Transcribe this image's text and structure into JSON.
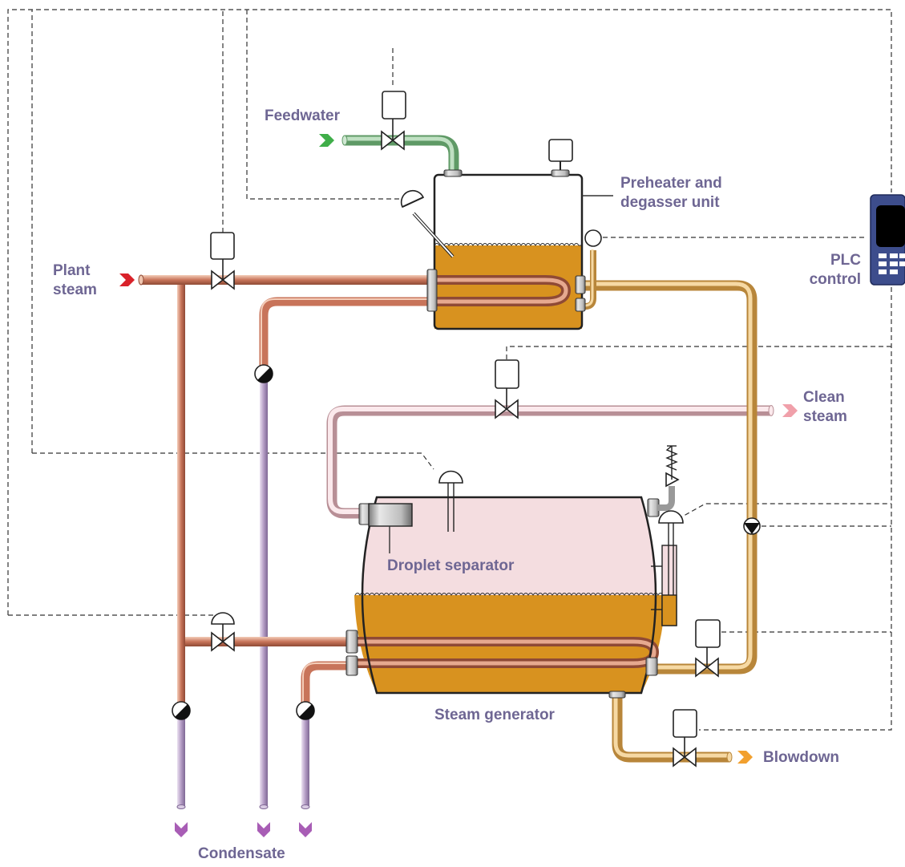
{
  "labels": {
    "feedwater": "Feedwater",
    "preheater_line1": "Preheater and",
    "preheater_line2": "degasser unit",
    "plant_line1": "Plant",
    "plant_line2": "steam",
    "plc_line1": "PLC",
    "plc_line2": "control",
    "clean_line1": "Clean",
    "clean_line2": "steam",
    "droplet": "Droplet separator",
    "generator": "Steam generator",
    "blowdown": "Blowdown",
    "condensate": "Condensate"
  },
  "colors": {
    "label": "#6e6693",
    "plant_steam_pipe": "#c8745a",
    "condensate_pipe": "#b39cc4",
    "feedwater_pipe": "#7fb785",
    "clean_steam_pipe": "#f0d2d6",
    "hot_water_pipe": "#e2b05d",
    "liquid": "#d8921f",
    "steam_space": "#f4dde0",
    "plant_steam_arrow": "#d9222a",
    "feedwater_arrow": "#3fae49",
    "clean_steam_arrow": "#f0a0aa",
    "blowdown_arrow": "#f2a02e",
    "condensate_arrow": "#a85db5",
    "plc_device": "#3d4d8c"
  },
  "icons": [
    "control-valve-icon",
    "pump-icon",
    "safety-valve-icon",
    "level-gauge-icon",
    "temperature-sensor-icon",
    "pressure-sensor-icon",
    "flow-arrow-icon",
    "plc-device-icon"
  ]
}
